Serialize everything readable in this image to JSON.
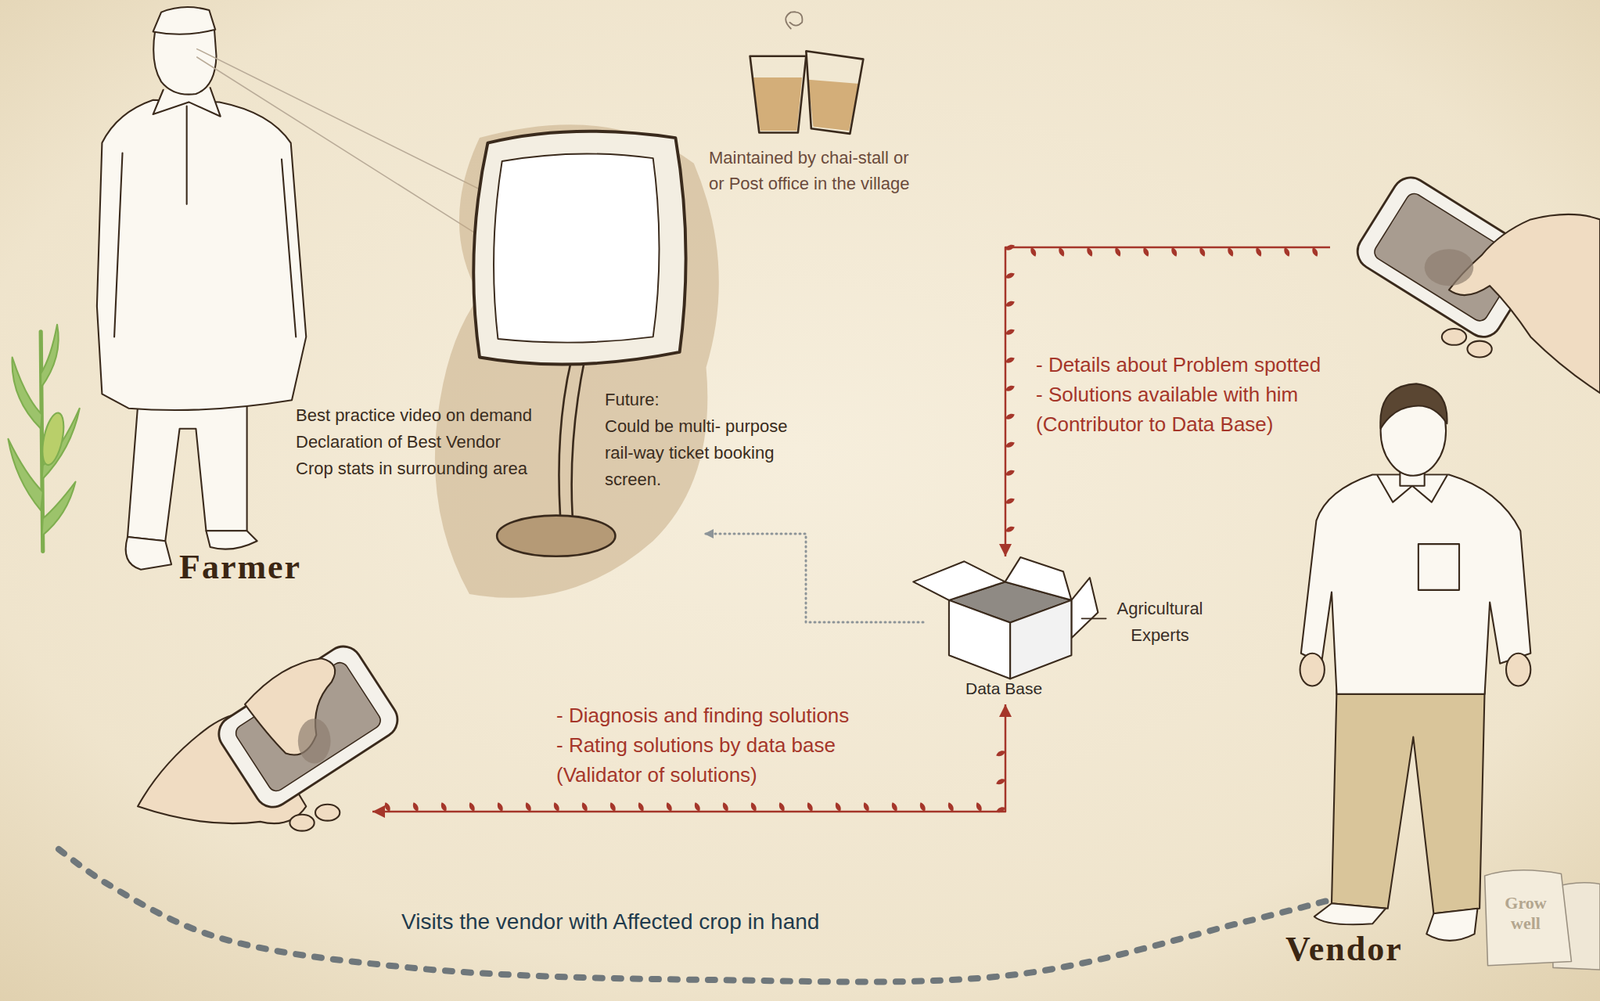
{
  "diagram": {
    "nodes": [
      {
        "text": [
          "Farmer"
        ]
      },
      {
        "text": [
          "Best practice video on demand Declaration of Best Vendor Crop stats in surrounding area",
          "Future:",
          "Could be multi- purpose rail-way ticket booking screen."
        ]
      },
      {
        "text": [
          "Data Base",
          "Agricultural Experts"
        ]
      },
      {
        "text": [
          "Vendor"
        ]
      }
    ],
    "edges": [
      {
        "from": 3,
        "to": 2,
        "arrow": "to",
        "label": "- Details about Problem spotted - Solutions available with him (Contributor to Data Base)"
      },
      {
        "from": 2,
        "to": 1,
        "arrow": "to"
      },
      {
        "from": 0,
        "to": 2,
        "arrow": "both",
        "label": "- Diagnosis and finding solutions - Rating solutions by data base (Validator of solutions)"
      },
      {
        "from": 0,
        "to": 3,
        "arrow": "none",
        "label": "Visits the vendor with Affected crop in hand"
      }
    ],
    "labels": [
      "Maintained by chai-stall or or Post office in the village",
      "Grow well"
    ]
  }
}
